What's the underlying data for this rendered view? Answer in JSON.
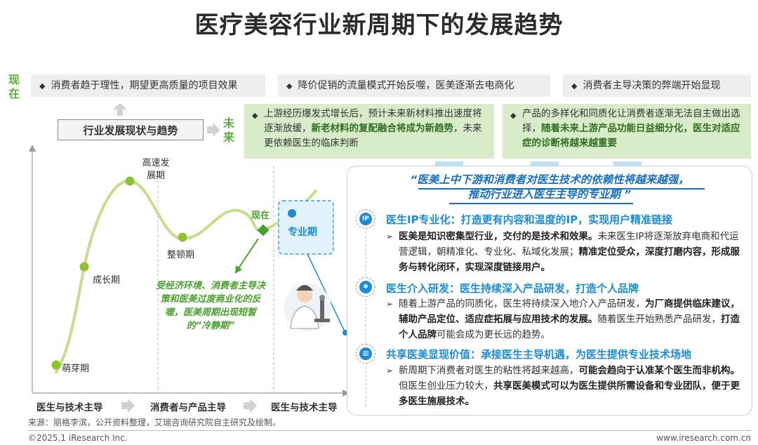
{
  "title": "医疗美容行业新周期下的发展趋势",
  "labels": {
    "now": "现在",
    "future": "未来",
    "industry": "行业发展现状与趋势"
  },
  "now_items": [
    "消费者趋于理性，期望更高质量的项目效果",
    "降价促销的流量模式开始反噬，医美逐渐去电商化",
    "消费者主导决策的弊端开始显现"
  ],
  "future_items": [
    {
      "plain1": "上游经历爆发式增长后，预计未来新材料推出速度将逐渐放缓，",
      "bold1": "新老材料的复配融合将成为新趋势",
      "plain2": "，未来更依赖医生的临床判断"
    },
    {
      "plain1": "产品的多样化和同质化让消费者逐渐无法自主做出选择，",
      "bold1": "随着未来上游产品功能日益细分化，医生对适应症的诊断将越来越重要",
      "plain2": ""
    }
  ],
  "quote": {
    "line1": "“医美上中下游和消费者对医生技术的依赖性将越来越强，",
    "line2": "推动行业进入医生主导的专业期 ”"
  },
  "sections": [
    {
      "icon": "IP",
      "title": "医生IP专业化：打造更有内容和温度的IP，实现用户精准链接",
      "plain1": "医美是知识密集型行业，交付的是技术和效果。",
      "bold1": "",
      "plain2": "未来医生IP将逐渐放弃电商和代运营逻辑，朝精准化、专业化、私域化发展；",
      "bold2": "精准定位受众，深度打磨内容，形成服务与转化闭环，实现深度链接用户。",
      "plain3": ""
    },
    {
      "icon": "gear",
      "title": "医生介入研发：医生持续深入产品研发，打造个人品牌",
      "plain1": "随着上游产品的同质化，医生将持续深入地介入产品研发，",
      "bold1": "为厂商提供临床建议，辅助产品定位、适应症拓展与应用技术的发展。",
      "plain2": "随着医生开始熟悉产品研发，",
      "bold2": "打造个人品牌",
      "plain3": "可能会成为更长远的趋势。"
    },
    {
      "icon": "building",
      "title": "共享医美显现价值：承接医生主导机遇，为医生提供专业技术场地",
      "plain1": "新周期下消费者对医生的粘性将越来越高，",
      "bold1": "可能会趋向于认准某个医生而非机构。",
      "plain2": "但医生创业压力较大，",
      "bold2": "共享医美模式可以为医生提供所需设备和专业团队，便于更多医生施展技术。",
      "plain3": ""
    }
  ],
  "chart": {
    "phases": [
      "萌芽期",
      "成长期",
      "高速发展期",
      "整顿期",
      "现在",
      "专业期"
    ],
    "phase_hi": "高速发",
    "phase_hi2": "展期",
    "note": "受经济环境、消费者主导决策和医美过度商业化的反噬，医美周期出现短暂的“冷静期”",
    "axis": [
      "医生与技术主导",
      "消费者与产品主导",
      "医生与技术主导"
    ]
  },
  "source": "来源：丽格李滨，公开资料整理，艾瑞咨询研究院自主研究及绘制。",
  "footer": {
    "left": "©2025.1 iResearch Inc.",
    "right": "www.iresearch.com.cn"
  },
  "colors": {
    "accent_green": "#5cae3c",
    "light_green": "#d9ecc9",
    "blue": "#1a8dd6",
    "curve": "#c5dd8c"
  }
}
